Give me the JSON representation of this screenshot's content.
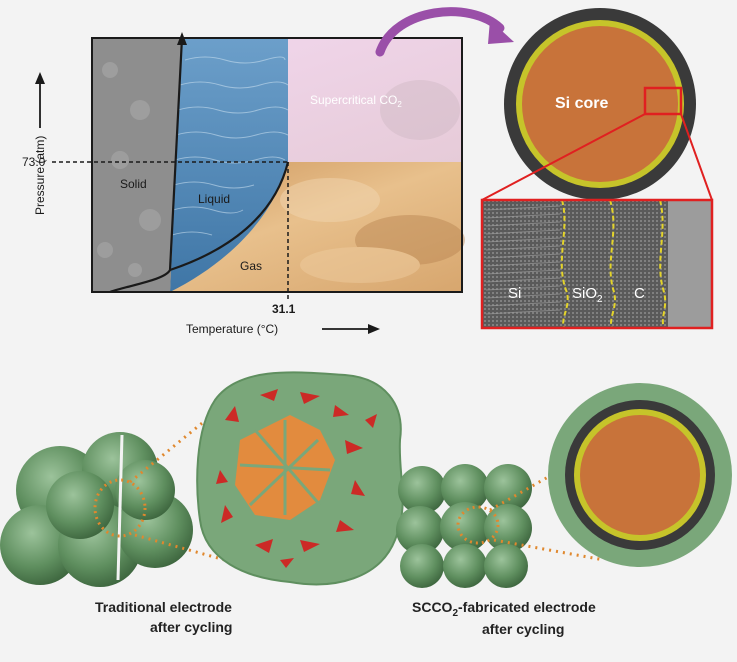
{
  "phase_diagram": {
    "y_axis_label": "Pressure (atm)",
    "x_axis_label": "Temperature (°C)",
    "pressure_tick": "73.0",
    "temperature_tick": "31.1",
    "regions": {
      "solid": "Solid",
      "liquid": "Liquid",
      "gas": "Gas",
      "supercritical": "Supercritical CO",
      "supercritical_sub": "2"
    }
  },
  "particle": {
    "core_label": "Si core"
  },
  "tem_inset": {
    "labels": {
      "si": "Si",
      "sio2": "SiO",
      "sio2_sub": "2",
      "c": "C"
    }
  },
  "bottom": {
    "left_caption_line1": "Traditional electrode",
    "left_caption_line2": "after cycling",
    "right_caption_line1_a": "SCCO",
    "right_caption_line1_sub": "2",
    "right_caption_line1_b": "-fabricated electrode",
    "right_caption_line2": "after cycling"
  },
  "colors": {
    "solid_gray": "#8e8e8e",
    "liquid_blue": "#5a8fb8",
    "gas_tan": "#e0b27a",
    "supercritical_pink": "#f0d4ec",
    "core_orange": "#c8733a",
    "shell_yellow": "#c6c42a",
    "shell_dark": "#3a3a3a",
    "green": "#5f8f5f",
    "red": "#cc2a26",
    "arrow_purple": "#9a4fa8",
    "dotted_orange": "#e0882e"
  }
}
